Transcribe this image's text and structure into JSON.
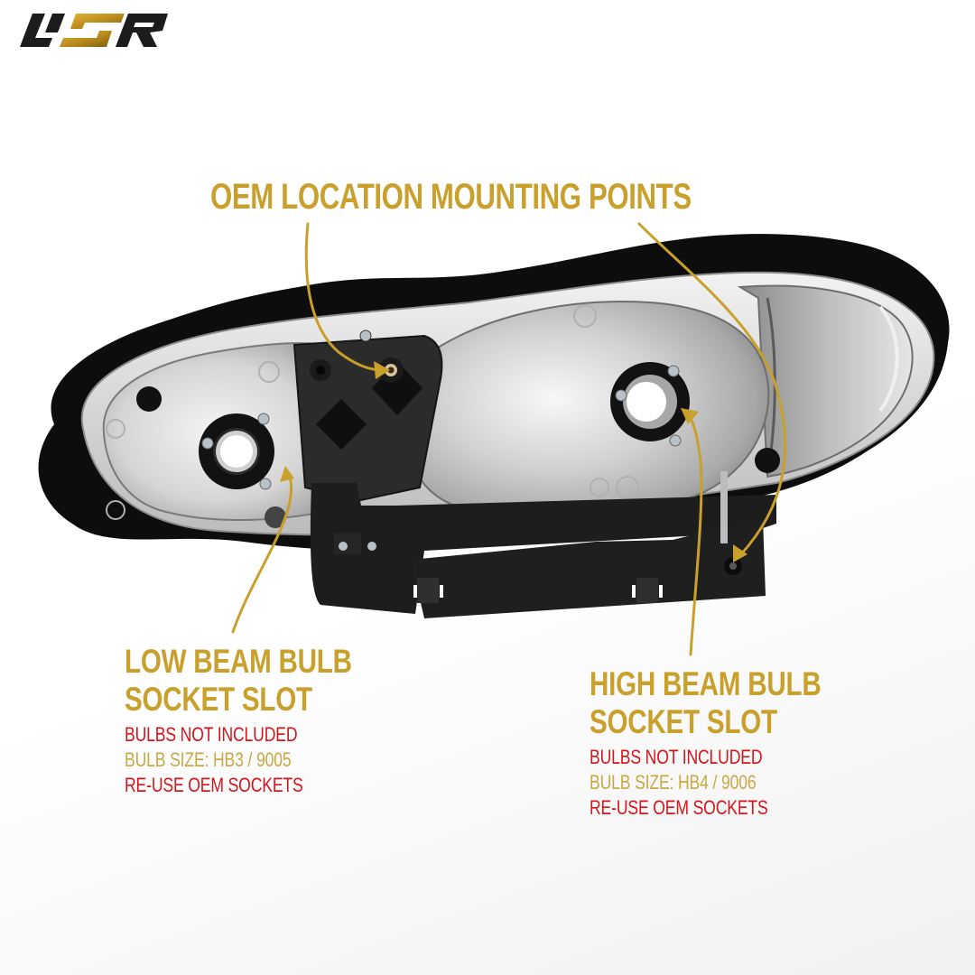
{
  "brand": {
    "logo_text": "USR",
    "logo_colors": {
      "dark": "#1c1c1c",
      "gold_light": "#d6a92c",
      "gold_dark": "#8e6a14"
    }
  },
  "colors": {
    "accent_gold": "#c9a02c",
    "warning_red": "#d7141a",
    "spec_gold": "#c9a743",
    "background": "#ffffff"
  },
  "product": {
    "subject": "headlight-assembly-rear-view"
  },
  "callouts": {
    "mounting": {
      "title": "OEM LOCATION MOUNTING POINTS"
    },
    "low_beam": {
      "title_line1": "LOW BEAM BULB",
      "title_line2": "SOCKET SLOT",
      "note_included": "BULBS NOT INCLUDED",
      "bulb_size": "BULB SIZE: HB3 / 9005",
      "note_sockets": "RE-USE OEM SOCKETS"
    },
    "high_beam": {
      "title_line1": "HIGH BEAM BULB",
      "title_line2": "SOCKET SLOT",
      "note_included": "BULBS NOT INCLUDED",
      "bulb_size": "BULB SIZE: HB4 / 9006",
      "note_sockets": "RE-USE OEM SOCKETS"
    }
  }
}
